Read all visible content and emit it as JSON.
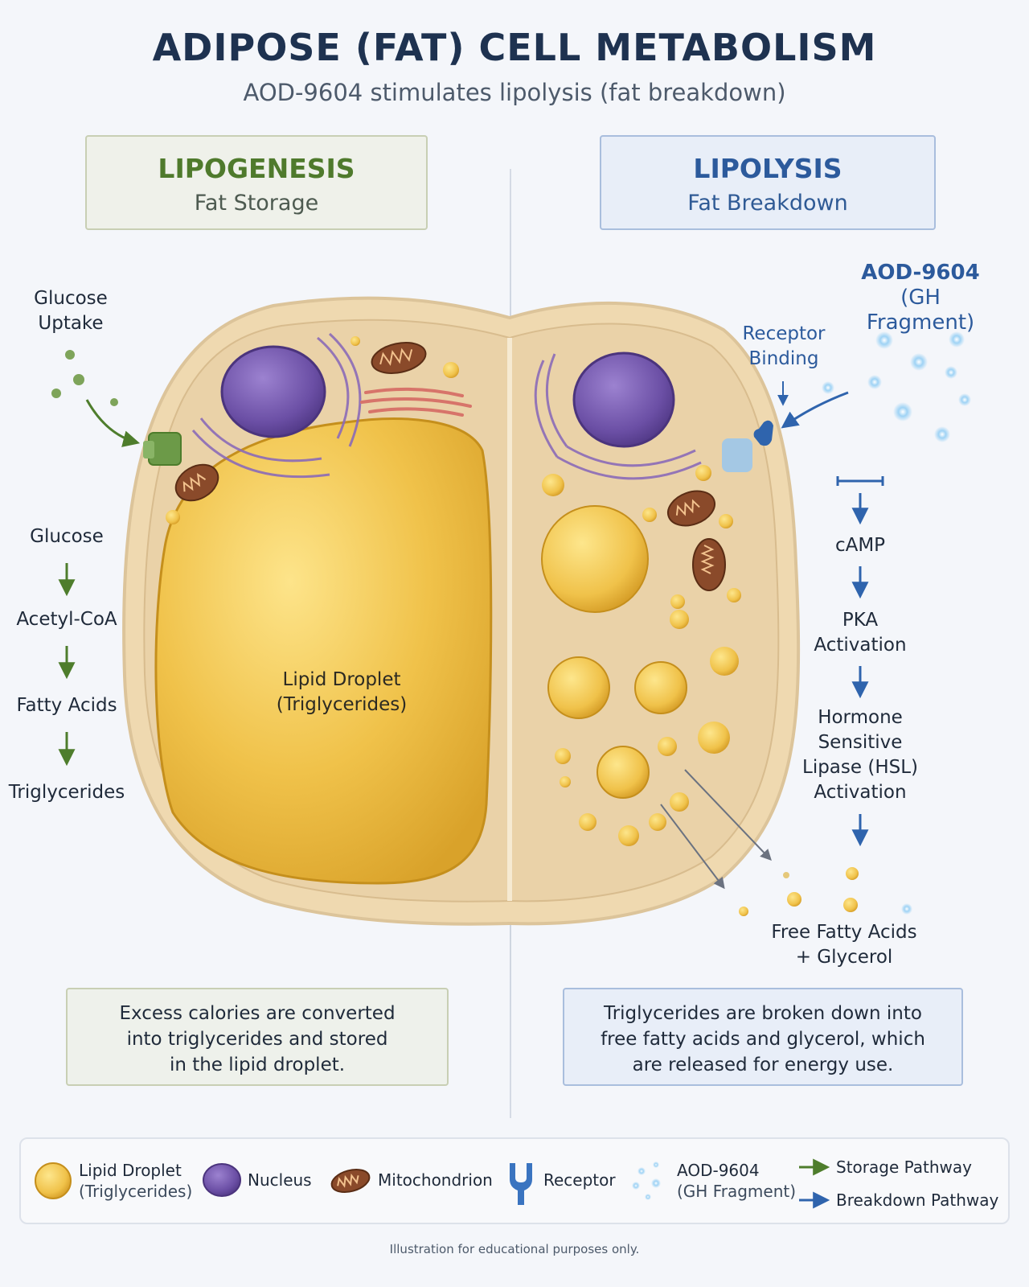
{
  "header": {
    "title": "ADIPOSE (FAT) CELL METABOLISM",
    "subtitle": "AOD-9604 stimulates lipolysis (fat breakdown)"
  },
  "lipogenesis": {
    "title": "LIPOGENESIS",
    "subtitle": "Fat Storage",
    "uptake_line1": "Glucose",
    "uptake_line2": "Uptake",
    "steps": [
      "Glucose",
      "Acetyl-CoA",
      "Fatty Acids",
      "Triglycerides"
    ],
    "note_line1": "Excess calories are converted",
    "note_line2": "into triglycerides and stored",
    "note_line3": "in the lipid droplet."
  },
  "cell": {
    "droplet_line1": "Lipid Droplet",
    "droplet_line2": "(Triglycerides)"
  },
  "lipolysis": {
    "title": "LIPOLYSIS",
    "subtitle": "Fat Breakdown",
    "agent_line1": "AOD-9604",
    "agent_line2": "(GH Fragment)",
    "binding_line1": "Receptor",
    "binding_line2": "Binding",
    "camp": "cAMP",
    "pka_line1": "PKA",
    "pka_line2": "Activation",
    "hsl_line1": "Hormone",
    "hsl_line2": "Sensitive",
    "hsl_line3": "Lipase (HSL)",
    "hsl_line4": "Activation",
    "output_line1": "Free Fatty Acids",
    "output_line2": "+ Glycerol",
    "note_line1": "Triglycerides are broken down into",
    "note_line2": "free fatty acids and glycerol, which",
    "note_line3": "are released for energy use."
  },
  "legend": {
    "droplet_line1": "Lipid Droplet",
    "droplet_line2": "(Triglycerides)",
    "nucleus": "Nucleus",
    "mitochondrion": "Mitochondrion",
    "receptor": "Receptor",
    "agent_line1": "AOD-9604",
    "agent_line2": "(GH Fragment)",
    "storage": "Storage Pathway",
    "breakdown": "Breakdown Pathway"
  },
  "colors": {
    "storage_green": "#4e7d2c",
    "breakdown_blue": "#2f64ad",
    "lipid_yellow": "#f0c24a",
    "nucleus_purple": "#6b4fa5",
    "mito_brown": "#8a4a2a"
  },
  "footer": "Illustration for educational purposes only."
}
